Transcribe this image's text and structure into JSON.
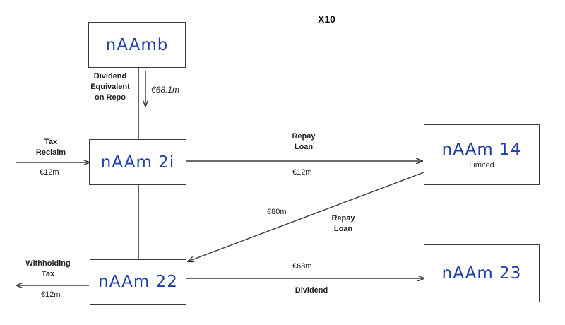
{
  "title": "X10",
  "entities": {
    "naam6": {
      "name": "nAAmb"
    },
    "naam21": {
      "name": "nAAm 2i"
    },
    "naam14": {
      "name": "nAAm 14",
      "sub": "Limited"
    },
    "naam22": {
      "name": "nAAm 22"
    },
    "naam23": {
      "name": "nAAm 23"
    }
  },
  "flows": {
    "dividend_equivalent": {
      "label_lines": [
        "Dividend",
        "Equivalent",
        "on Repo"
      ],
      "amount": "€68.1m"
    },
    "tax_reclaim": {
      "label_lines": [
        "Tax",
        "Reclaim"
      ],
      "amount": "€12m"
    },
    "repay_loan_top": {
      "label_lines": [
        "Repay",
        "Loan"
      ],
      "amount": "€12m"
    },
    "repay_loan_diag": {
      "label_lines": [
        "Repay",
        "Loan"
      ],
      "amount": "€80m"
    },
    "withholding_tax": {
      "label_lines": [
        "Withholding",
        "Tax"
      ],
      "amount": "€12m"
    },
    "dividend": {
      "label": "Dividend",
      "amount": "€68m"
    }
  },
  "colors": {
    "ink": "#1f3fa8",
    "line": "#3a3a3a"
  }
}
